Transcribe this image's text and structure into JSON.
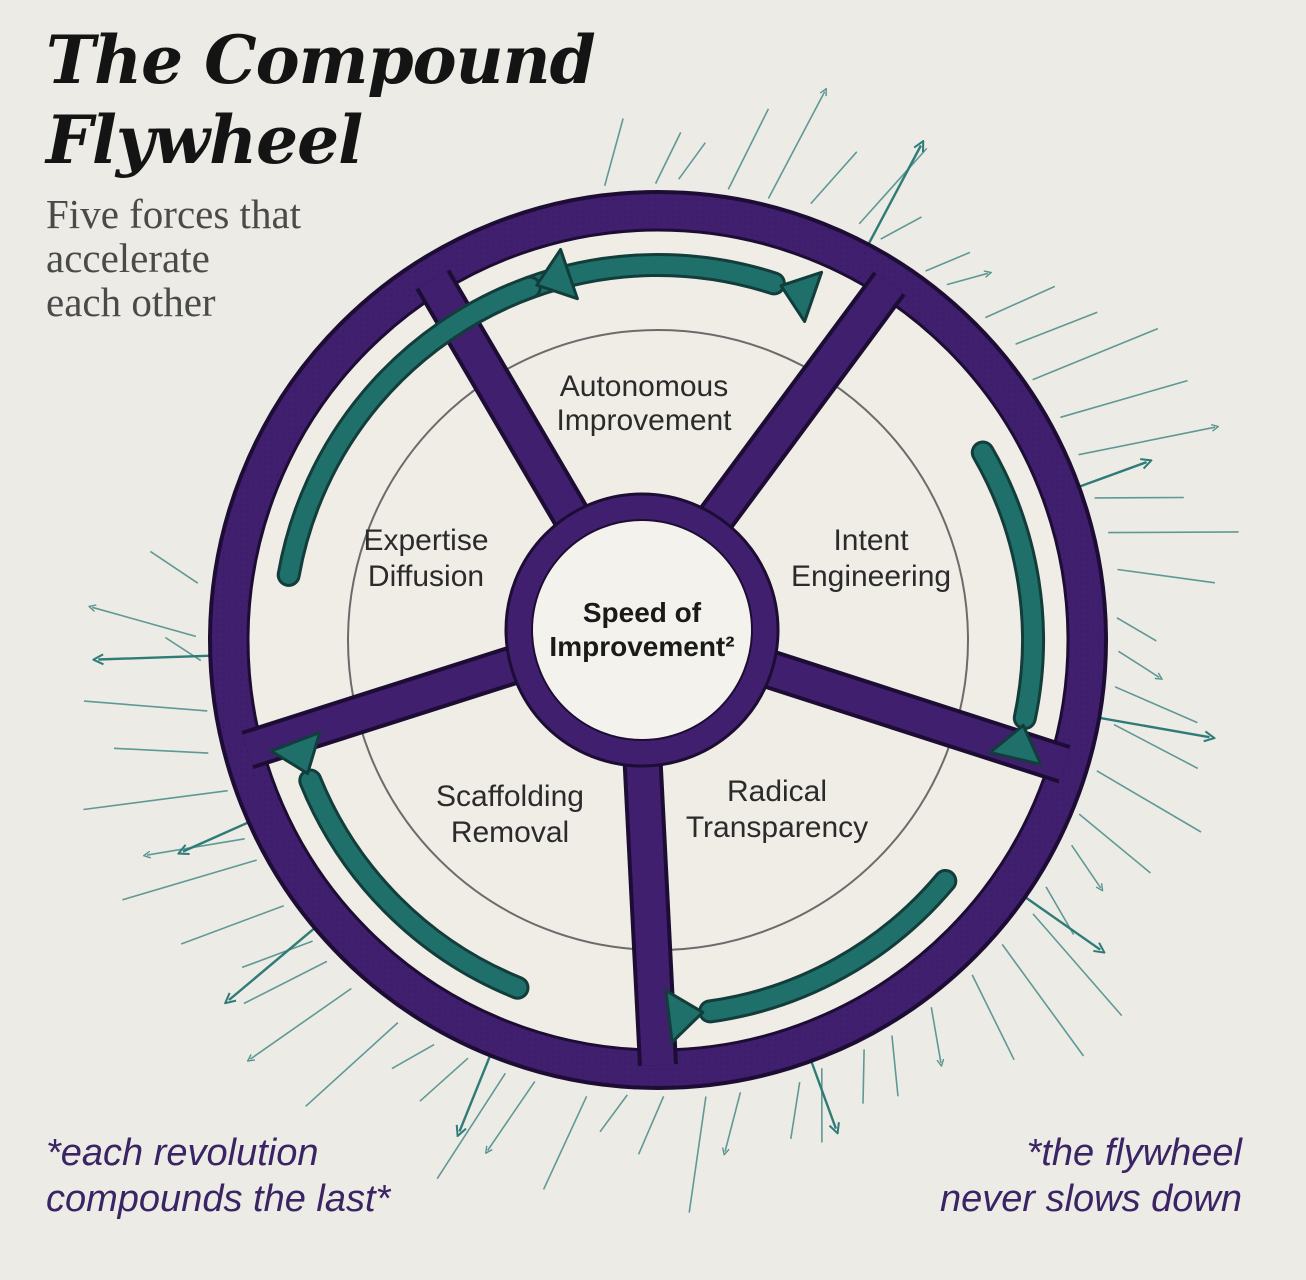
{
  "title": {
    "line1": "The Compound",
    "line2": "Flywheel"
  },
  "subtitle": {
    "line1": "Five forces that",
    "line2": "accelerate",
    "line3": "each other"
  },
  "hub": {
    "line1": "Speed of",
    "line2": "Improvement²"
  },
  "forces": [
    {
      "line1": "Autonomous",
      "line2": "Improvement"
    },
    {
      "line1": "Intent",
      "line2": "Engineering"
    },
    {
      "line1": "Radical",
      "line2": "Transparency"
    },
    {
      "line1": "Scaffolding",
      "line2": "Removal"
    },
    {
      "line1": "Expertise",
      "line2": "Diffusion"
    }
  ],
  "notes": {
    "left": {
      "line1": "*each revolution",
      "line2": "compounds the last*"
    },
    "right": {
      "line1": "*the flywheel",
      "line2": "never slows down"
    }
  },
  "colors": {
    "background": "#ecebe5",
    "rim_purple": "#3f1f6e",
    "arrow_teal": "#1f6f6a",
    "note_purple": "#3a2464",
    "segment_fill": "#efede6"
  }
}
